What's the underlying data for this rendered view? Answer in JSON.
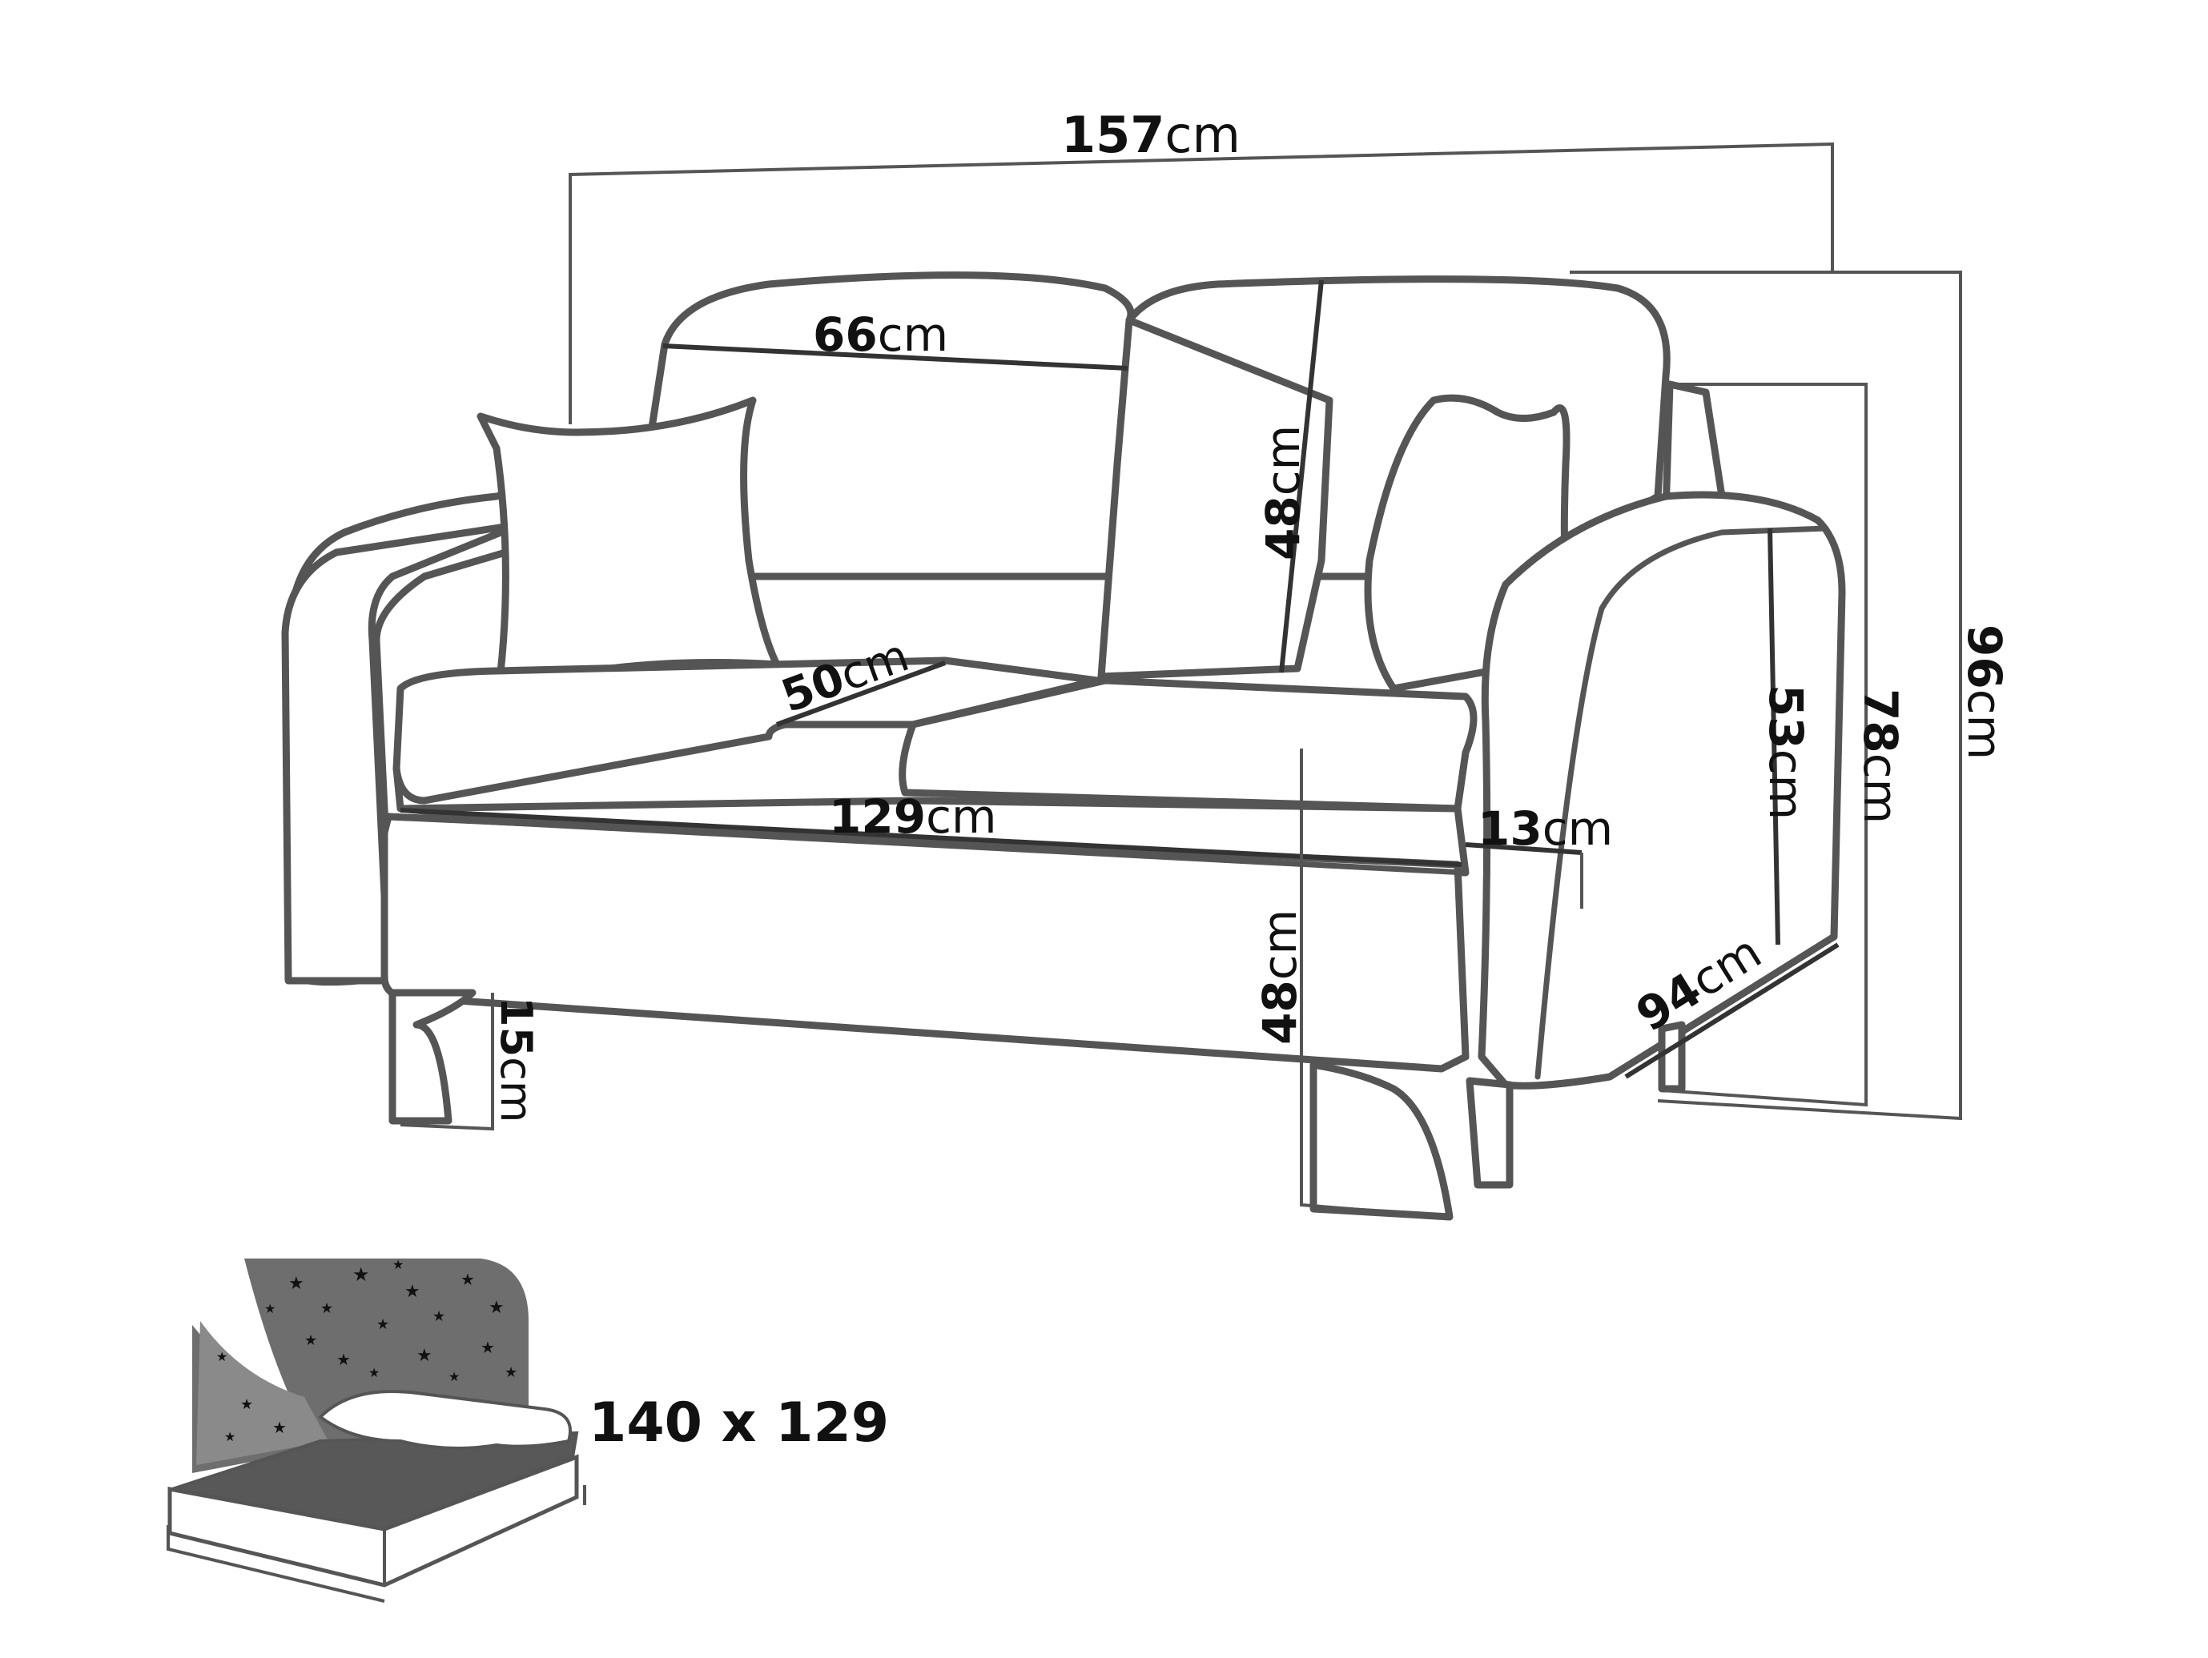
{
  "labels": {
    "total_width": {
      "num": "157",
      "unit": "cm"
    },
    "back_cushion": {
      "num": "66",
      "unit": "cm"
    },
    "back_height": {
      "num": "48",
      "unit": "cm"
    },
    "seat_depth": {
      "num": "50",
      "unit": "cm"
    },
    "seat_width": {
      "num": "129",
      "unit": "cm"
    },
    "arm_width": {
      "num": "13",
      "unit": "cm"
    },
    "seat_height": {
      "num": "48",
      "unit": "cm"
    },
    "leg_height": {
      "num": "15",
      "unit": "cm"
    },
    "arm_height": {
      "num": "53",
      "unit": "cm"
    },
    "back_top": {
      "num": "78",
      "unit": "cm"
    },
    "total_height": {
      "num": "96",
      "unit": "cm"
    },
    "total_depth": {
      "num": "94",
      "unit": "cm"
    }
  },
  "sleeping_area": "140 x 129",
  "colors": {
    "outline": "#555555",
    "bed_dark": "#585858",
    "night_sky": "#6e6e6e"
  },
  "icons": {
    "bed": "bed-icon",
    "stars": "star-icon"
  }
}
